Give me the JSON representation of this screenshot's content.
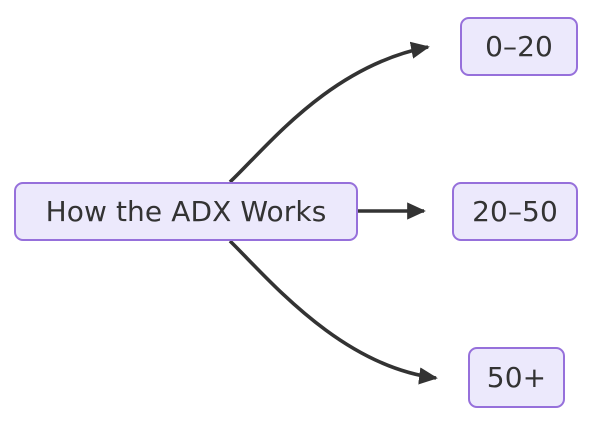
{
  "diagram": {
    "type": "flowchart",
    "direction": "left-to-right",
    "background_color": "#ffffff",
    "node_fill_color": "#ece9fc",
    "node_border_color": "#9670db",
    "node_text_color": "#333333",
    "edge_color": "#333333",
    "root": {
      "id": "root",
      "label": "How the ADX Works"
    },
    "branches": [
      {
        "id": "low",
        "label": "0–20"
      },
      {
        "id": "mid",
        "label": "20–50"
      },
      {
        "id": "high",
        "label": "50+"
      }
    ],
    "edges": [
      {
        "from": "How the ADX Works",
        "to": "0–20",
        "label": "",
        "style": "curved",
        "arrowhead": "solid-triangle"
      },
      {
        "from": "How the ADX Works",
        "to": "20–50",
        "label": "",
        "style": "straight",
        "arrowhead": "solid-triangle"
      },
      {
        "from": "How the ADX Works",
        "to": "50+",
        "label": "",
        "style": "curved",
        "arrowhead": "solid-triangle"
      }
    ]
  }
}
